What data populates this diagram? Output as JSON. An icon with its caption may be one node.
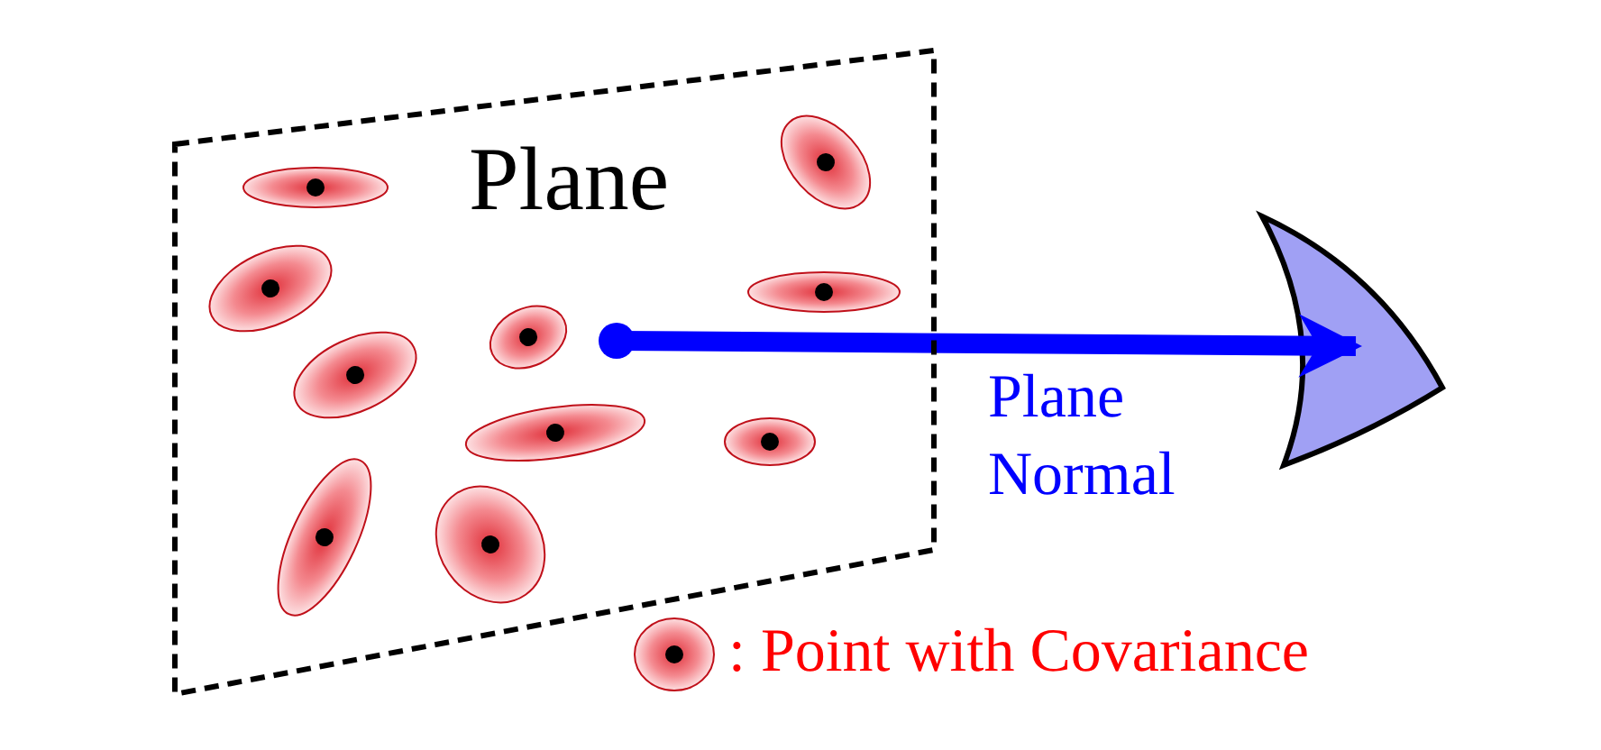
{
  "diagram": {
    "nodes": [
      {
        "text": [
          "Plane"
        ]
      }
    ],
    "labels": [
      "Plane Normal"
    ],
    "legend": [
      {
        "text": ": Point with Covariance"
      }
    ]
  }
}
